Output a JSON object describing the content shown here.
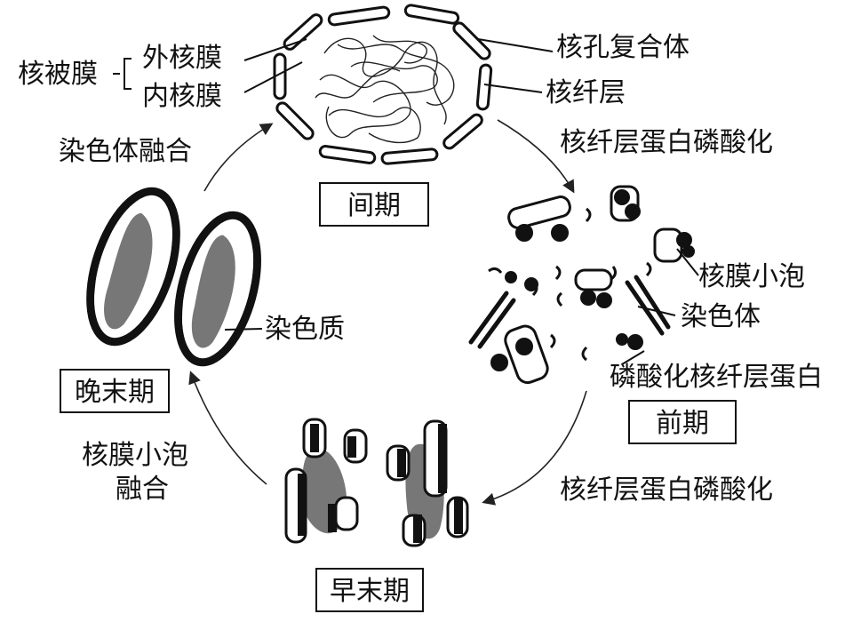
{
  "diagram": {
    "stages": {
      "interphase": "间期",
      "prophase": "前期",
      "early_telophase": "早末期",
      "late_telophase": "晚末期"
    },
    "labels": {
      "nuclear_envelope": "核被膜",
      "outer_membrane": "外核膜",
      "inner_membrane": "内核膜",
      "nuclear_pore_complex": "核孔复合体",
      "nuclear_lamina": "核纤层",
      "lamin_phosphorylation_top": "核纤层蛋白磷酸化",
      "membrane_vesicle_prophase": "核膜小泡",
      "chromosome": "染色体",
      "phosphorylated_lamin": "磷酸化核纤层蛋白",
      "lamin_phosphorylation_bottom": "核纤层蛋白磷酸化",
      "vesicle_fusion_line1": "核膜小泡",
      "vesicle_fusion_line2": "融合",
      "chromatin": "染色质",
      "chromosome_fusion": "染色体融合"
    }
  }
}
